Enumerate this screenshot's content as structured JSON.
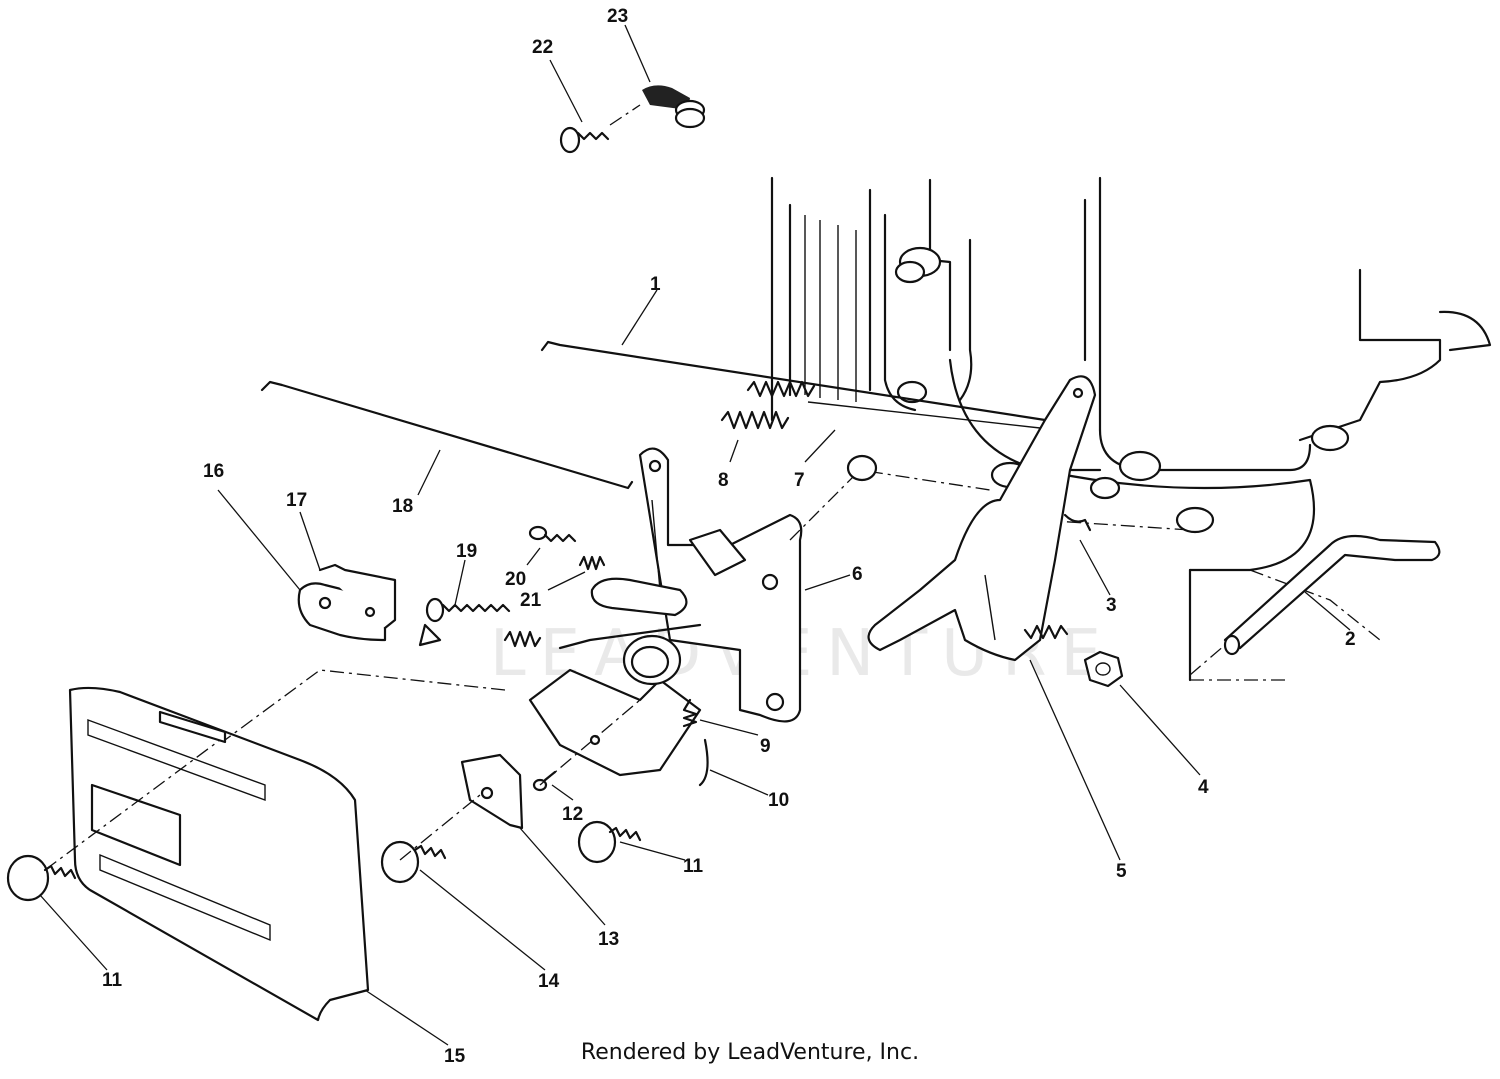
{
  "footer": "Rendered by LeadVenture, Inc.",
  "watermark": "LEADVENTURE",
  "callouts": {
    "c1": "1",
    "c2": "2",
    "c3": "3",
    "c4": "4",
    "c5": "5",
    "c6": "6",
    "c7": "7",
    "c8": "8",
    "c9": "9",
    "c10": "10",
    "c11a": "11",
    "c11b": "11",
    "c12": "12",
    "c13": "13",
    "c14": "14",
    "c15": "15",
    "c16": "16",
    "c17": "17",
    "c18": "18",
    "c19": "19",
    "c20": "20",
    "c21": "21",
    "c22": "22",
    "c23": "23"
  }
}
